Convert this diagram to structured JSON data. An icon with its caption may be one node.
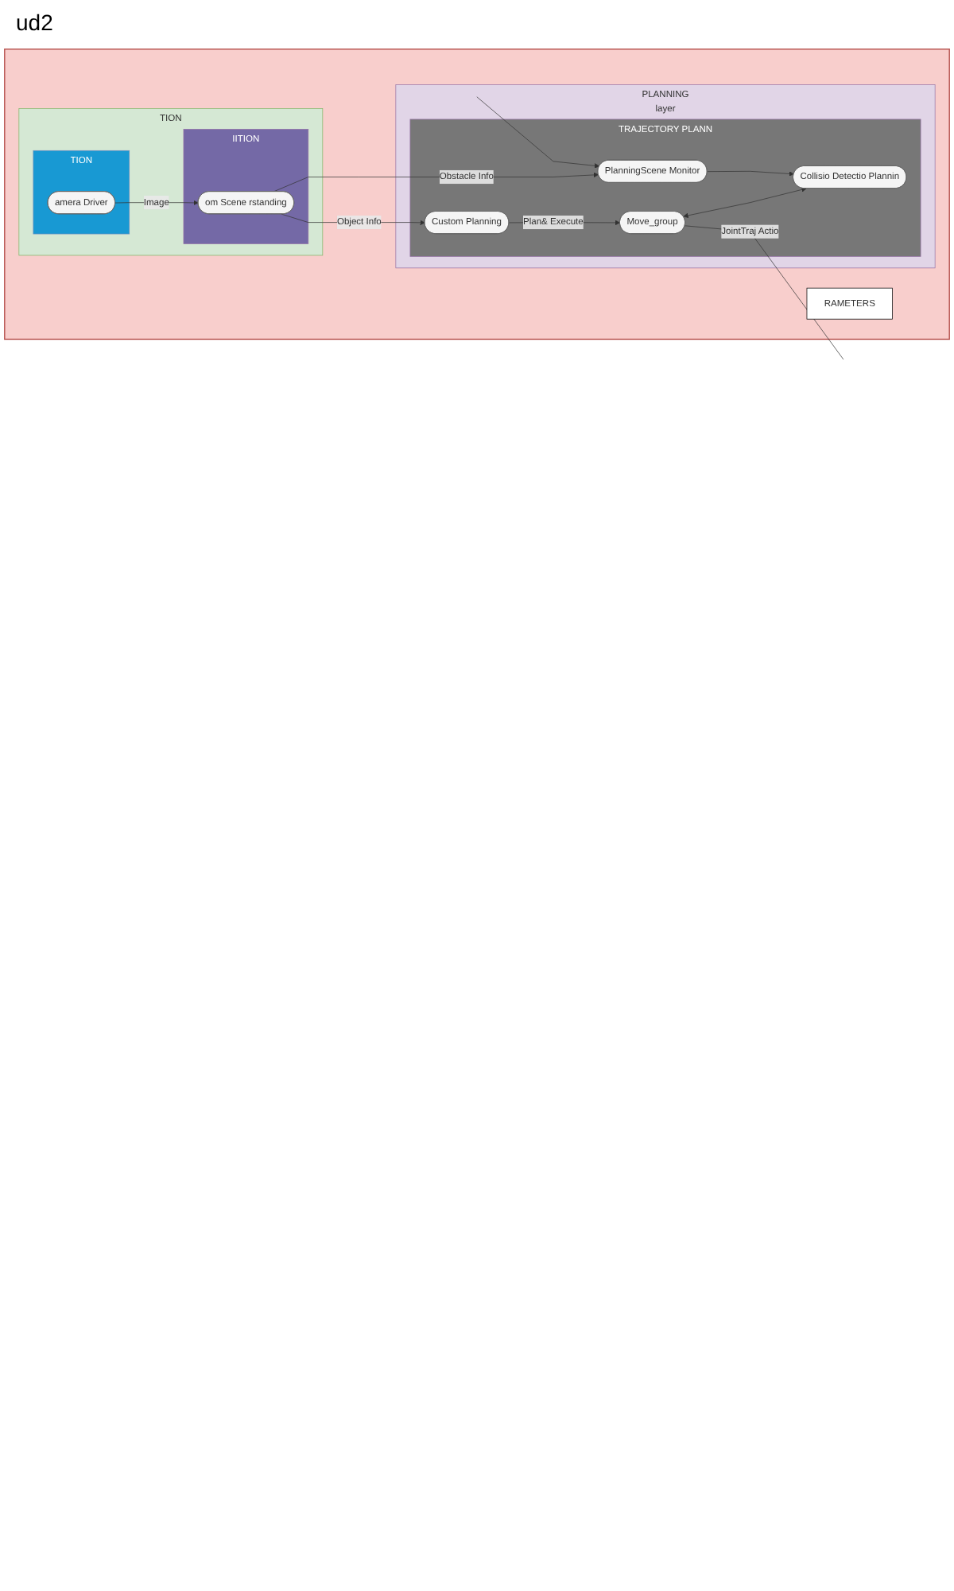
{
  "diagram": {
    "nodes": [
      {
        "text": [],
        "shape": "box"
      },
      {
        "text": [
          "RAMETERS"
        ],
        "in": 0
      },
      {
        "text": [
          "TION"
        ],
        "in": 0
      },
      {
        "text": [
          "TION"
        ],
        "in": 2
      },
      {
        "text": [
          "amera Driver"
        ],
        "in": 3
      },
      {
        "text": [
          "IITION"
        ],
        "in": 2
      },
      {
        "text": [
          "om Scene rstanding"
        ],
        "in": 5
      },
      {
        "text": [
          "PLANNING",
          "layer"
        ],
        "in": 0
      },
      {
        "text": [
          "TRAJECTORY PLANN"
        ],
        "in": 7
      },
      {
        "text": [
          "Custom Planning"
        ],
        "in": 8
      },
      {
        "text": [
          "Move_group"
        ],
        "in": 8
      },
      {
        "text": [
          "Collisio Detectio Plannin"
        ],
        "in": 8
      },
      {
        "text": [
          "PlanningScene Monitor"
        ],
        "in": 8
      }
    ],
    "edges": [
      {
        "from": 4,
        "to": 6,
        "arrow": "to",
        "label": "Image"
      },
      {
        "from": 6,
        "to": 9,
        "arrow": "to",
        "label": "Object Info"
      },
      {
        "from": 6,
        "to": 12,
        "arrow": "to",
        "label": "Obstacle Info"
      },
      {
        "from": 9,
        "to": 10,
        "arrow": "to",
        "label": "Plan& Execute"
      },
      {
        "from": 10,
        "to": 11,
        "arrow": "both"
      },
      {
        "from": 12,
        "to": 11,
        "arrow": "to"
      },
      {
        "from": 10,
        "to": null,
        "arrow": "none",
        "label": "JointTraj Actio"
      },
      {
        "from": null,
        "to": 12,
        "arrow": "to"
      }
    ],
    "labels": [
      "ud2"
    ]
  }
}
